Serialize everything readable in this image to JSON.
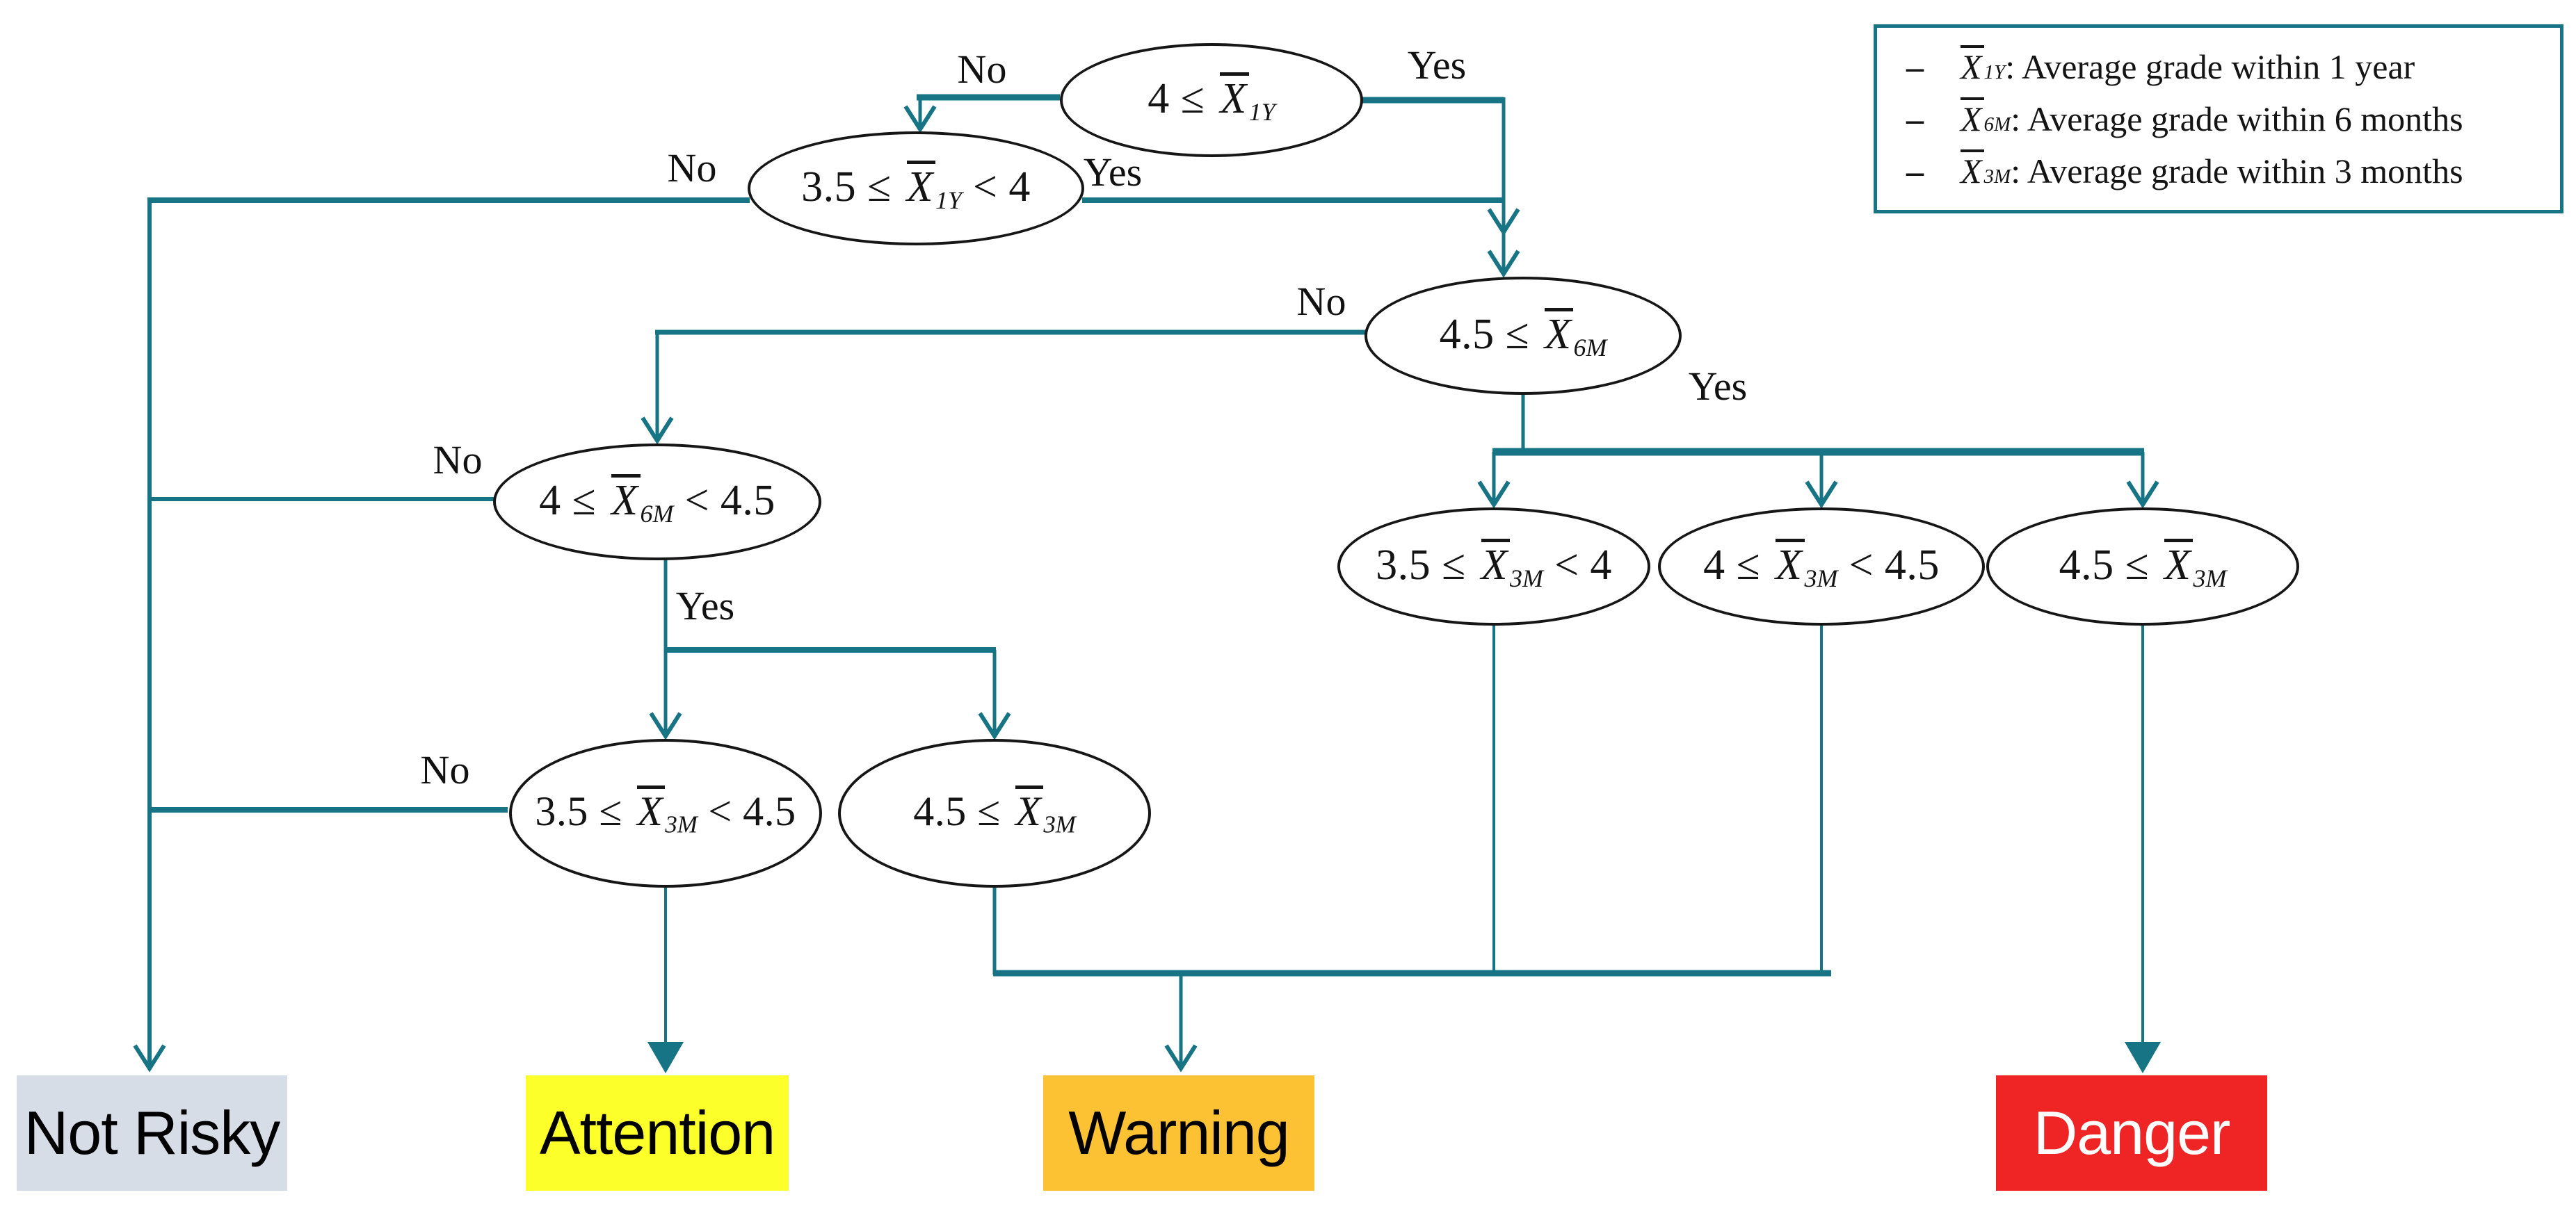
{
  "colors": {
    "connector": "#177484",
    "node_border": "#161616",
    "not_risky_bg": "#d7dde6",
    "attention_bg": "#fdff2b",
    "warning_bg": "#fcc233",
    "danger_bg": "#ee2425",
    "danger_text": "#ffffff"
  },
  "nodes": {
    "x1y_ge4": {
      "prefix": "4 ≤ ",
      "var": "X",
      "sub": "1Y",
      "suffix": ""
    },
    "x1y_35_4": {
      "prefix": "3.5 ≤ ",
      "var": "X",
      "sub": "1Y",
      "suffix": " < 4"
    },
    "x6m_ge45": {
      "prefix": "4.5 ≤ ",
      "var": "X",
      "sub": "6M",
      "suffix": ""
    },
    "x6m_4_45": {
      "prefix": "4 ≤ ",
      "var": "X",
      "sub": "6M",
      "suffix": " < 4.5"
    },
    "x3m_35_45": {
      "prefix": "3.5 ≤ ",
      "var": "X",
      "sub": "3M",
      "suffix": " < 4.5"
    },
    "x3m_ge45_left": {
      "prefix": "4.5 ≤ ",
      "var": "X",
      "sub": "3M",
      "suffix": ""
    },
    "x3m_35_4": {
      "prefix": "3.5 ≤ ",
      "var": "X",
      "sub": "3M",
      "suffix": " < 4"
    },
    "x3m_4_45": {
      "prefix": "4 ≤ ",
      "var": "X",
      "sub": "3M",
      "suffix": " < 4.5"
    },
    "x3m_ge45_right": {
      "prefix": "4.5 ≤ ",
      "var": "X",
      "sub": "3M",
      "suffix": ""
    }
  },
  "edge_labels": {
    "root_no": "No",
    "root_yes": "Yes",
    "x1y_no": "No",
    "x1y_yes": "Yes",
    "x6m45_no": "No",
    "x6m45_yes": "Yes",
    "x6m4_no": "No",
    "x6m4_yes": "Yes",
    "x3m3545_no": "No"
  },
  "terminals": {
    "not_risky": "Not Risky",
    "attention": "Attention",
    "warning": "Warning",
    "danger": "Danger"
  },
  "legend": {
    "items": [
      {
        "dash": "–",
        "var": "X",
        "sub": "1Y",
        "desc": ": Average grade within 1 year"
      },
      {
        "dash": "–",
        "var": "X",
        "sub": "6M",
        "desc": ": Average grade within 6 months"
      },
      {
        "dash": "–",
        "var": "X",
        "sub": "3M",
        "desc": ": Average grade within 3 months"
      }
    ]
  }
}
